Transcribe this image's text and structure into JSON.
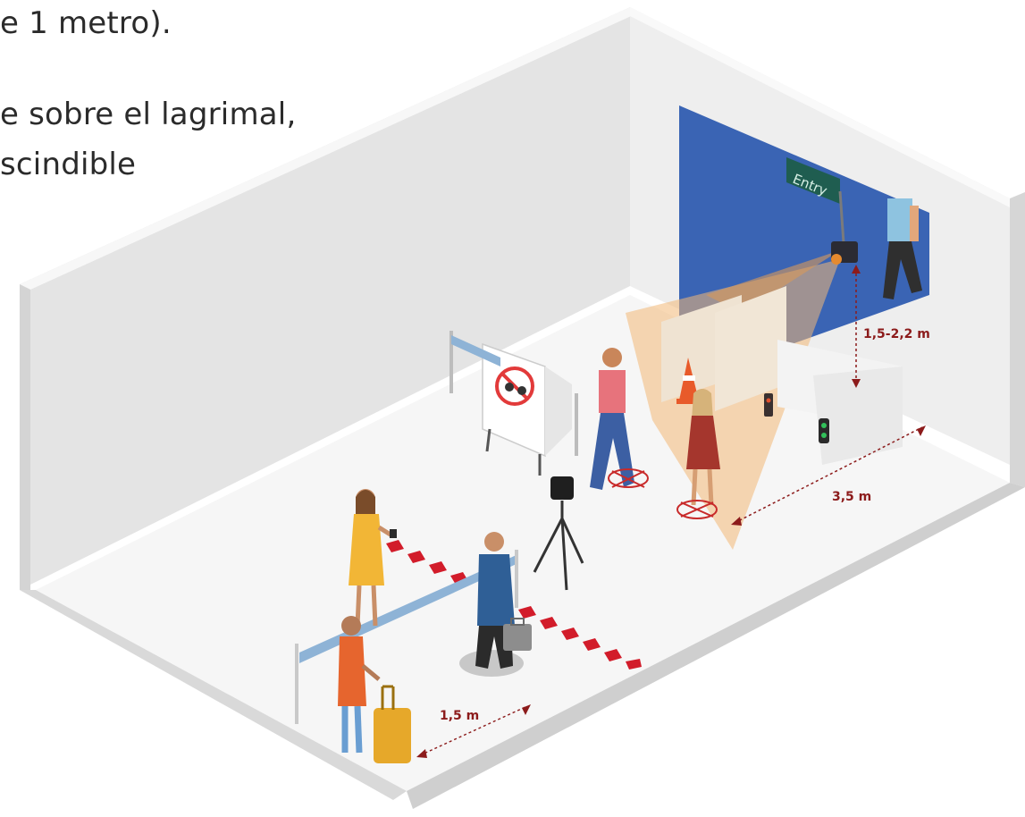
{
  "text_lines": [
    "e 1 metro).",
    "e sobre el lagrimal,",
    "scindible"
  ],
  "sign": {
    "entry": "Entry"
  },
  "dimensions": {
    "camera_height": "1,5-2,2 m",
    "distance_to_camera": "3,5 m",
    "queue_spacing": "1,5 m"
  },
  "colors": {
    "wall": "#e3e3e3",
    "floor": "#f4f4f4",
    "back_wall": "#3a64b4",
    "field_of_view": "#f2b877",
    "marking": "#d21c2a",
    "dimension": "#8c1b1b"
  }
}
